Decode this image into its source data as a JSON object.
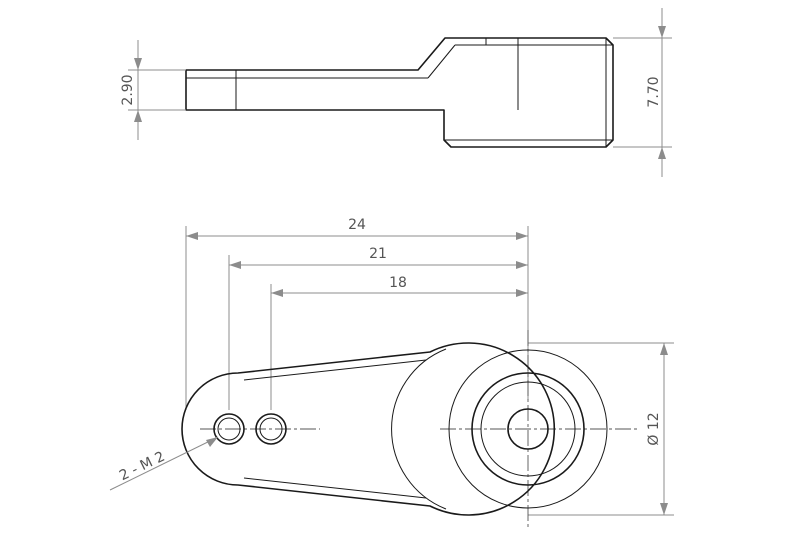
{
  "dimensions": {
    "side_arm_thickness": "2.90",
    "side_total_height": "7.70",
    "overall_length": "24",
    "outer_hole_span": "21",
    "inner_hole_span": "18",
    "hub_diameter": "Ø 12",
    "hole_callout": "2 - M 2"
  }
}
